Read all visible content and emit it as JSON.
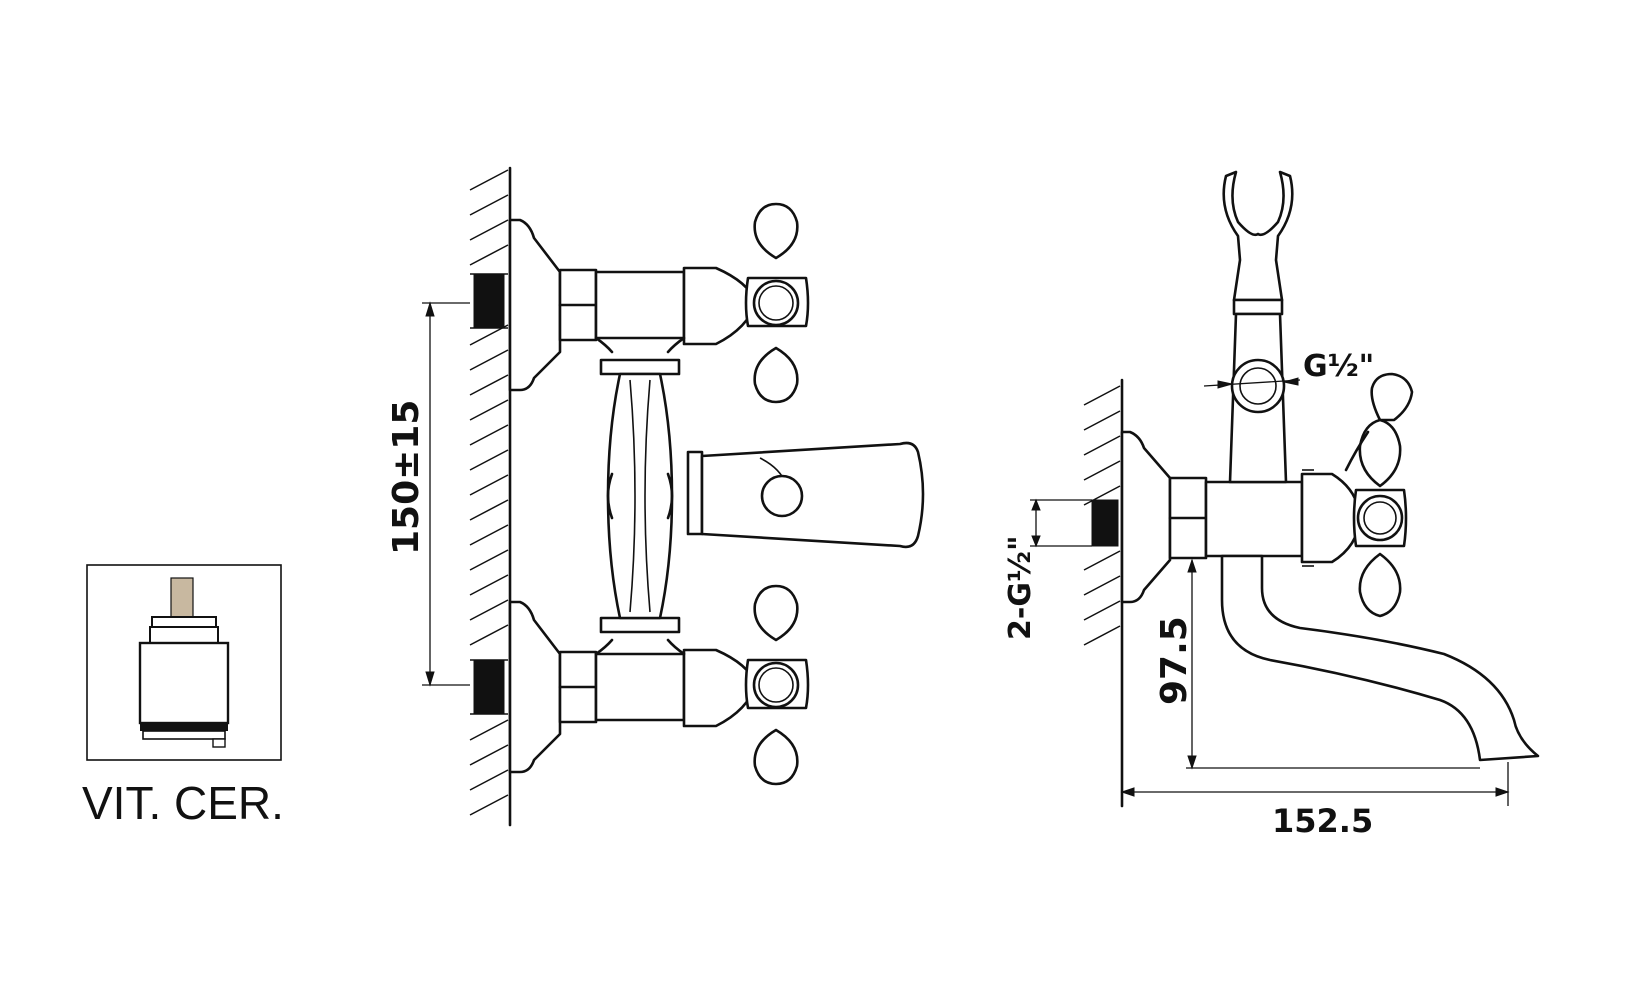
{
  "cartridge": {
    "label": "VIT. CER."
  },
  "front_view": {
    "dim_spacing": "150±15"
  },
  "side_view": {
    "dim_inlet": "2-G½\"",
    "dim_outlet_height": "97.5",
    "dim_projection": "152.5",
    "dim_holder_thread": "G½\""
  },
  "colors": {
    "line": "#111111",
    "cartridge_stem": "#c8b8a0"
  }
}
